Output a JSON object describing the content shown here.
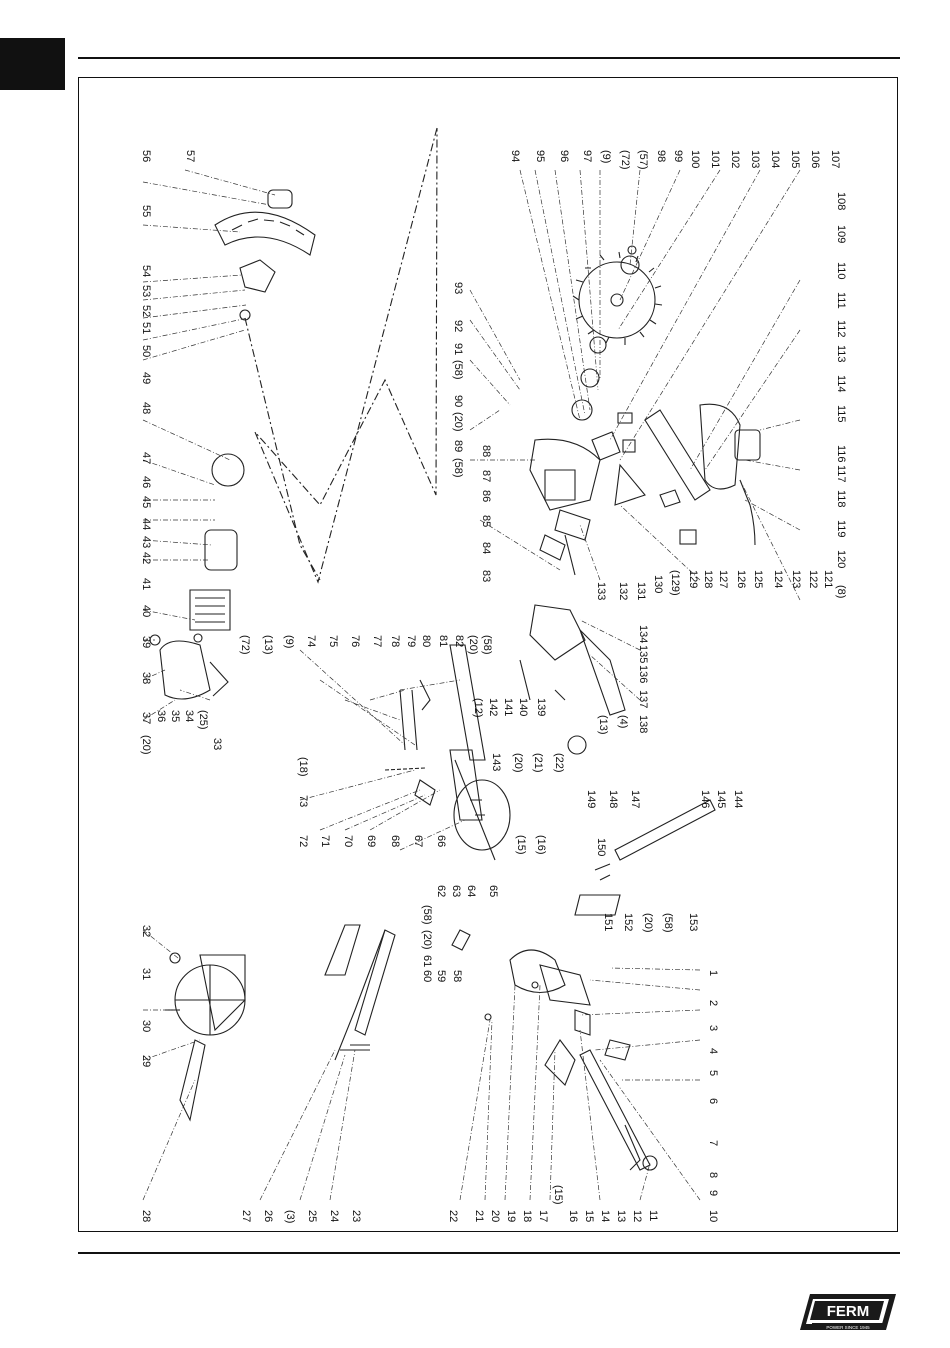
{
  "page": {
    "logo": {
      "text": "FERM",
      "tagline": "POWER SINCE 1945",
      "color": "#1a1a1a"
    }
  },
  "diagram": {
    "type": "exploded-parts-view",
    "columns": [
      [
        "56",
        "57",
        "55",
        "54",
        "53",
        "52",
        "51",
        "50",
        "49",
        "48",
        "47",
        "46",
        "45",
        "44",
        "43",
        "42",
        "41",
        "40",
        "39",
        "38",
        "37",
        "(20)",
        "36",
        "35",
        "34",
        "(25)",
        "33"
      ],
      [
        "(72)",
        "(13)",
        "(9)",
        "74",
        "75",
        "76",
        "77",
        "78",
        "79",
        "80",
        "81",
        "82",
        "(20)",
        "(58)"
      ],
      [
        "(18)",
        "73",
        "72",
        "71",
        "70",
        "69",
        "68",
        "67",
        "66",
        "(15)",
        "(16)"
      ],
      [
        "32",
        "31",
        "30",
        "29",
        "28",
        "27",
        "26",
        "(3)",
        "25",
        "24",
        "23"
      ],
      [
        "62",
        "63",
        "64",
        "65",
        "(58)",
        "(20)",
        "61",
        "58",
        "59",
        "60"
      ],
      [
        "22",
        "21",
        "20",
        "19",
        "18",
        "17",
        "(15)",
        "16",
        "15",
        "14",
        "13",
        "12",
        "11",
        "10"
      ],
      [
        "1",
        "2",
        "3",
        "4",
        "5",
        "6",
        "7",
        "8",
        "9"
      ],
      [
        "144",
        "145",
        "146",
        "147",
        "148",
        "149",
        "150",
        "151",
        "152",
        "(20)",
        "(58)",
        "153"
      ],
      [
        "143",
        "(20)",
        "(21)",
        "(22)",
        "139",
        "140",
        "141",
        "142",
        "(12)",
        "(13)",
        "(4)",
        "138",
        "137",
        "136",
        "135",
        "134"
      ],
      [
        "93",
        "92",
        "91",
        "(58)",
        "90",
        "(20)",
        "89",
        "(58)",
        "88",
        "87",
        "86",
        "85",
        "84",
        "83"
      ],
      [
        "94",
        "95",
        "96",
        "97",
        "(9)",
        "(72)",
        "(57)",
        "98",
        "99",
        "100",
        "101",
        "102",
        "103",
        "104",
        "105",
        "106",
        "107"
      ],
      [
        "133",
        "132",
        "131",
        "130",
        "(129)",
        "129",
        "128",
        "127",
        "126",
        "125",
        "124",
        "123",
        "122",
        "121",
        "(8)",
        "120",
        "119",
        "118",
        "117",
        "116",
        "115",
        "114",
        "113",
        "112",
        "111",
        "110",
        "109",
        "108"
      ]
    ]
  }
}
